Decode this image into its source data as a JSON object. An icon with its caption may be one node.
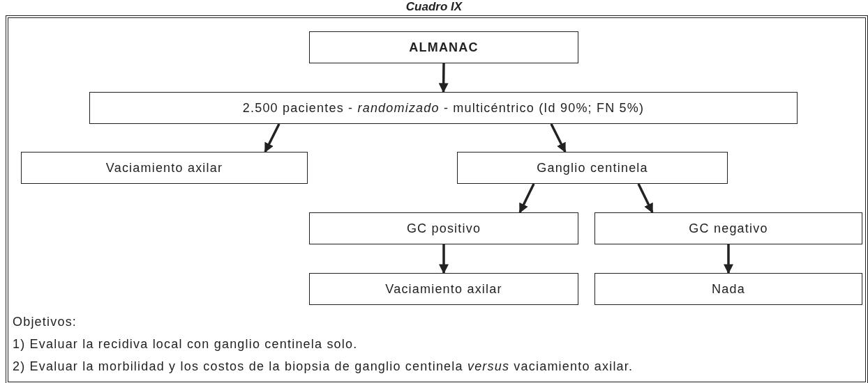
{
  "diagram": {
    "title": "Cuadro IX",
    "nodes": [
      {
        "text": [
          "ALMANAC"
        ]
      },
      {
        "text": [
          "2.500 pacientes - *randomizado* - multicéntrico (Id 90%; FN 5%)"
        ]
      },
      {
        "text": [
          "Vaciamiento axilar"
        ]
      },
      {
        "text": [
          "Ganglio centinela"
        ]
      },
      {
        "text": [
          "GC positivo"
        ]
      },
      {
        "text": [
          "GC negativo"
        ]
      },
      {
        "text": [
          "Vaciamiento axilar"
        ]
      },
      {
        "text": [
          "Nada"
        ]
      }
    ],
    "edges": [
      {
        "from": 0,
        "to": 1,
        "arrow": "to"
      },
      {
        "from": 1,
        "to": 2,
        "arrow": "to"
      },
      {
        "from": 1,
        "to": 3,
        "arrow": "to"
      },
      {
        "from": 3,
        "to": 4,
        "arrow": "to"
      },
      {
        "from": 3,
        "to": 5,
        "arrow": "to"
      },
      {
        "from": 4,
        "to": 6,
        "arrow": "to"
      },
      {
        "from": 5,
        "to": 7,
        "arrow": "to"
      }
    ],
    "labels": [
      "Objetivos:",
      "1) Evaluar la recidiva local con ganglio centinela solo.",
      "2) Evaluar la morbilidad y los costos de la biopsia de ganglio centinela *versus* vaciamiento axilar."
    ]
  }
}
